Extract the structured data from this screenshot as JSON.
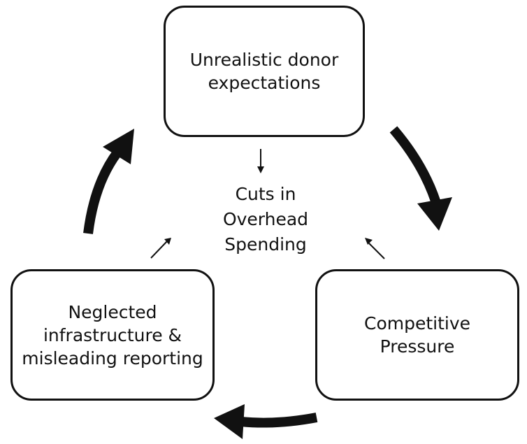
{
  "diagram": {
    "boxes": {
      "top": {
        "lines": [
          "Unrealistic donor",
          "expectations"
        ]
      },
      "right": {
        "lines": [
          "Competitive",
          "Pressure"
        ]
      },
      "left": {
        "lines": [
          "Neglected",
          "infrastructure &",
          "misleading reporting"
        ]
      }
    },
    "center": {
      "lines": [
        "Cuts in",
        "Overhead",
        "Spending"
      ]
    },
    "colors": {
      "stroke": "#111111",
      "background": "#ffffff"
    }
  }
}
